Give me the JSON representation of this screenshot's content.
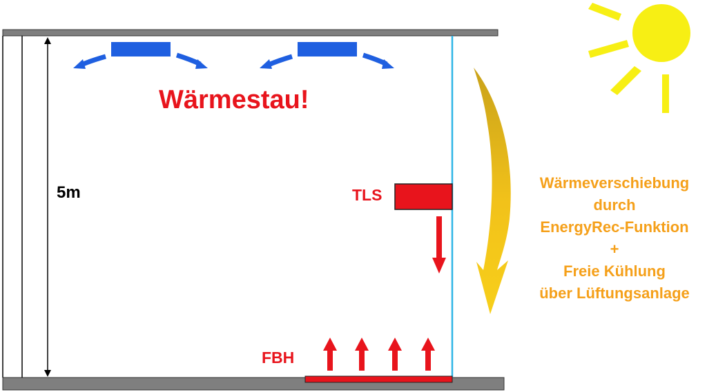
{
  "labels": {
    "warning": "Wärmestau!",
    "height": "5m",
    "tls": "TLS",
    "fbh": "FBH"
  },
  "side_note": {
    "line1": "Wärmeverschiebung",
    "line2": "durch",
    "line3": "EnergyRec-Funktion",
    "plus": "+",
    "line4": "Freie Kühlung",
    "line5": "über Lüftungsanlage"
  },
  "colors": {
    "slab_fill": "#7f7f7f",
    "ceiling_unit": "#1f5fe0",
    "heat_red": "#e8141c",
    "glass_line": "#2fb6e6",
    "sun": "#f7ef14",
    "sun_arrow": "#f5c21a",
    "note_text": "#f5a01a"
  },
  "icons": {
    "sun": "sun-icon",
    "curved_arrow": "curved-arrow-icon"
  }
}
